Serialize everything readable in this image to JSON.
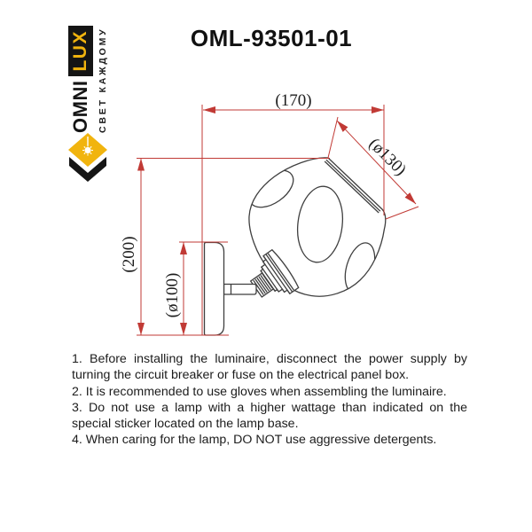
{
  "brand": {
    "name_primary": "OMNI",
    "name_secondary": "LUX",
    "tagline": "СВЕТ КАЖДОМУ"
  },
  "title": "OML-93501-01",
  "drawing": {
    "type": "wall-luminaire technical drawing, side view",
    "labels": {
      "width": "(170)",
      "shade_diameter": "(ø130)",
      "height": "(200)",
      "base_diameter": "(ø100)"
    }
  },
  "colors": {
    "accent_red": "#c13a35",
    "brand_yellow": "#f1b40e",
    "line_gray": "#3f3f3f"
  },
  "instructions": {
    "items": [
      {
        "lines": [
          "1. Before installing the luminaire, disconnect the power supply by",
          "turning the circuit breaker or fuse on the electrical panel box."
        ]
      },
      {
        "lines": [
          "2. It is recommended to use gloves when assembling the luminaire."
        ]
      },
      {
        "lines": [
          "3. Do not use a lamp with a higher wattage than indicated on the",
          "special sticker located on the lamp base."
        ]
      },
      {
        "lines": [
          "4. When caring for the lamp, DO NOT use aggressive detergents."
        ]
      }
    ]
  }
}
